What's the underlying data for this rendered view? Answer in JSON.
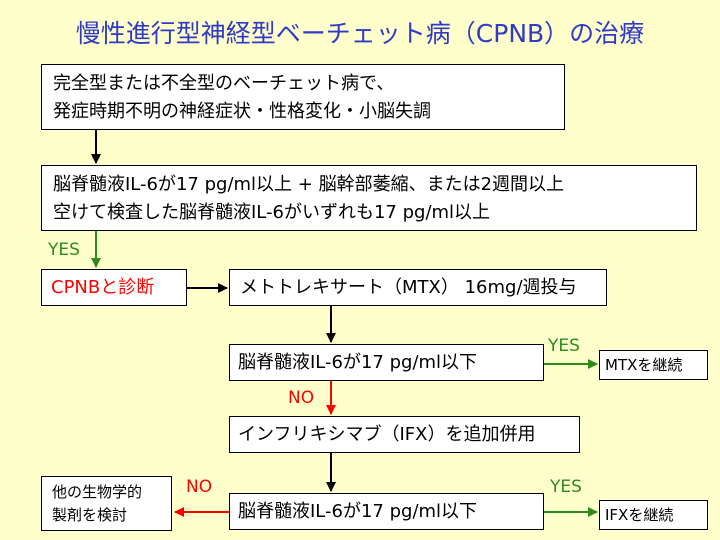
{
  "title": "慢性進行型神経型ベーチェット病（CPNB）の治療",
  "boxes": {
    "start": {
      "line1": "完全型または不全型のベーチェット病で、",
      "line2": "発症時期不明の神経症状・性格変化・小脳失調"
    },
    "criteria": {
      "line1": "脳脊髄液IL-6が17 pg/ml以上 + 脳幹部萎縮、または2週間以上",
      "line2": "空けて検査した脳脊髄液IL-6がいずれも17 pg/ml以上"
    },
    "diagnosis": "CPNBと診断",
    "mtx": "メトトレキサート（MTX） 16mg/週投与",
    "check1": "脳脊髄液IL-6が17 pg/ml以下",
    "continue_mtx": "MTXを継続",
    "ifx": "インフリキシマブ（IFX）を追加併用",
    "other": {
      "line1": "他の生物学的",
      "line2": "製剤を検討"
    },
    "check2": "脳脊髄液IL-6が17 pg/ml以下",
    "continue_ifx": "IFXを継続"
  },
  "labels": {
    "yes1": "YES",
    "yes2": "YES",
    "no1": "NO",
    "no2": "NO",
    "yes3": "YES"
  },
  "colors": {
    "title": "#2f3bc8",
    "background": "#ffffcc",
    "yes": "#2e8b1a",
    "no": "#ff0000",
    "diagnosis_text": "#ff0000"
  }
}
